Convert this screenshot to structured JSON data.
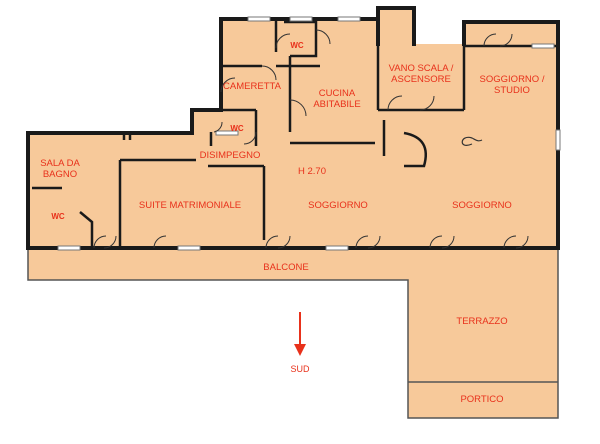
{
  "rooms": {
    "wc_top": "WC",
    "cameretta": "CAMERETTA",
    "cucina_l1": "CUCINA",
    "cucina_l2": "ABITABILE",
    "vano_l1": "VANO SCALA /",
    "vano_l2": "ASCENSORE",
    "studio_l1": "SOGGIORNO /",
    "studio_l2": "STUDIO",
    "wc_mid": "WC",
    "disimpegno": "DISIMPEGNO",
    "height": "H 2.70",
    "bagno_l1": "SALA DA",
    "bagno_l2": "BAGNO",
    "wc_left": "WC",
    "suite": "SUITE MATRIMONIALE",
    "soggiorno_1": "SOGGIORNO",
    "soggiorno_2": "SOGGIORNO",
    "balcone": "BALCONE",
    "terrazzo": "TERRAZZO",
    "portico": "PORTICO"
  },
  "compass": {
    "label": "SUD",
    "color": "#e8311b"
  },
  "colors": {
    "floor": "#f7c99a",
    "wall": "#1a1a1a",
    "label": "#e8311b"
  }
}
